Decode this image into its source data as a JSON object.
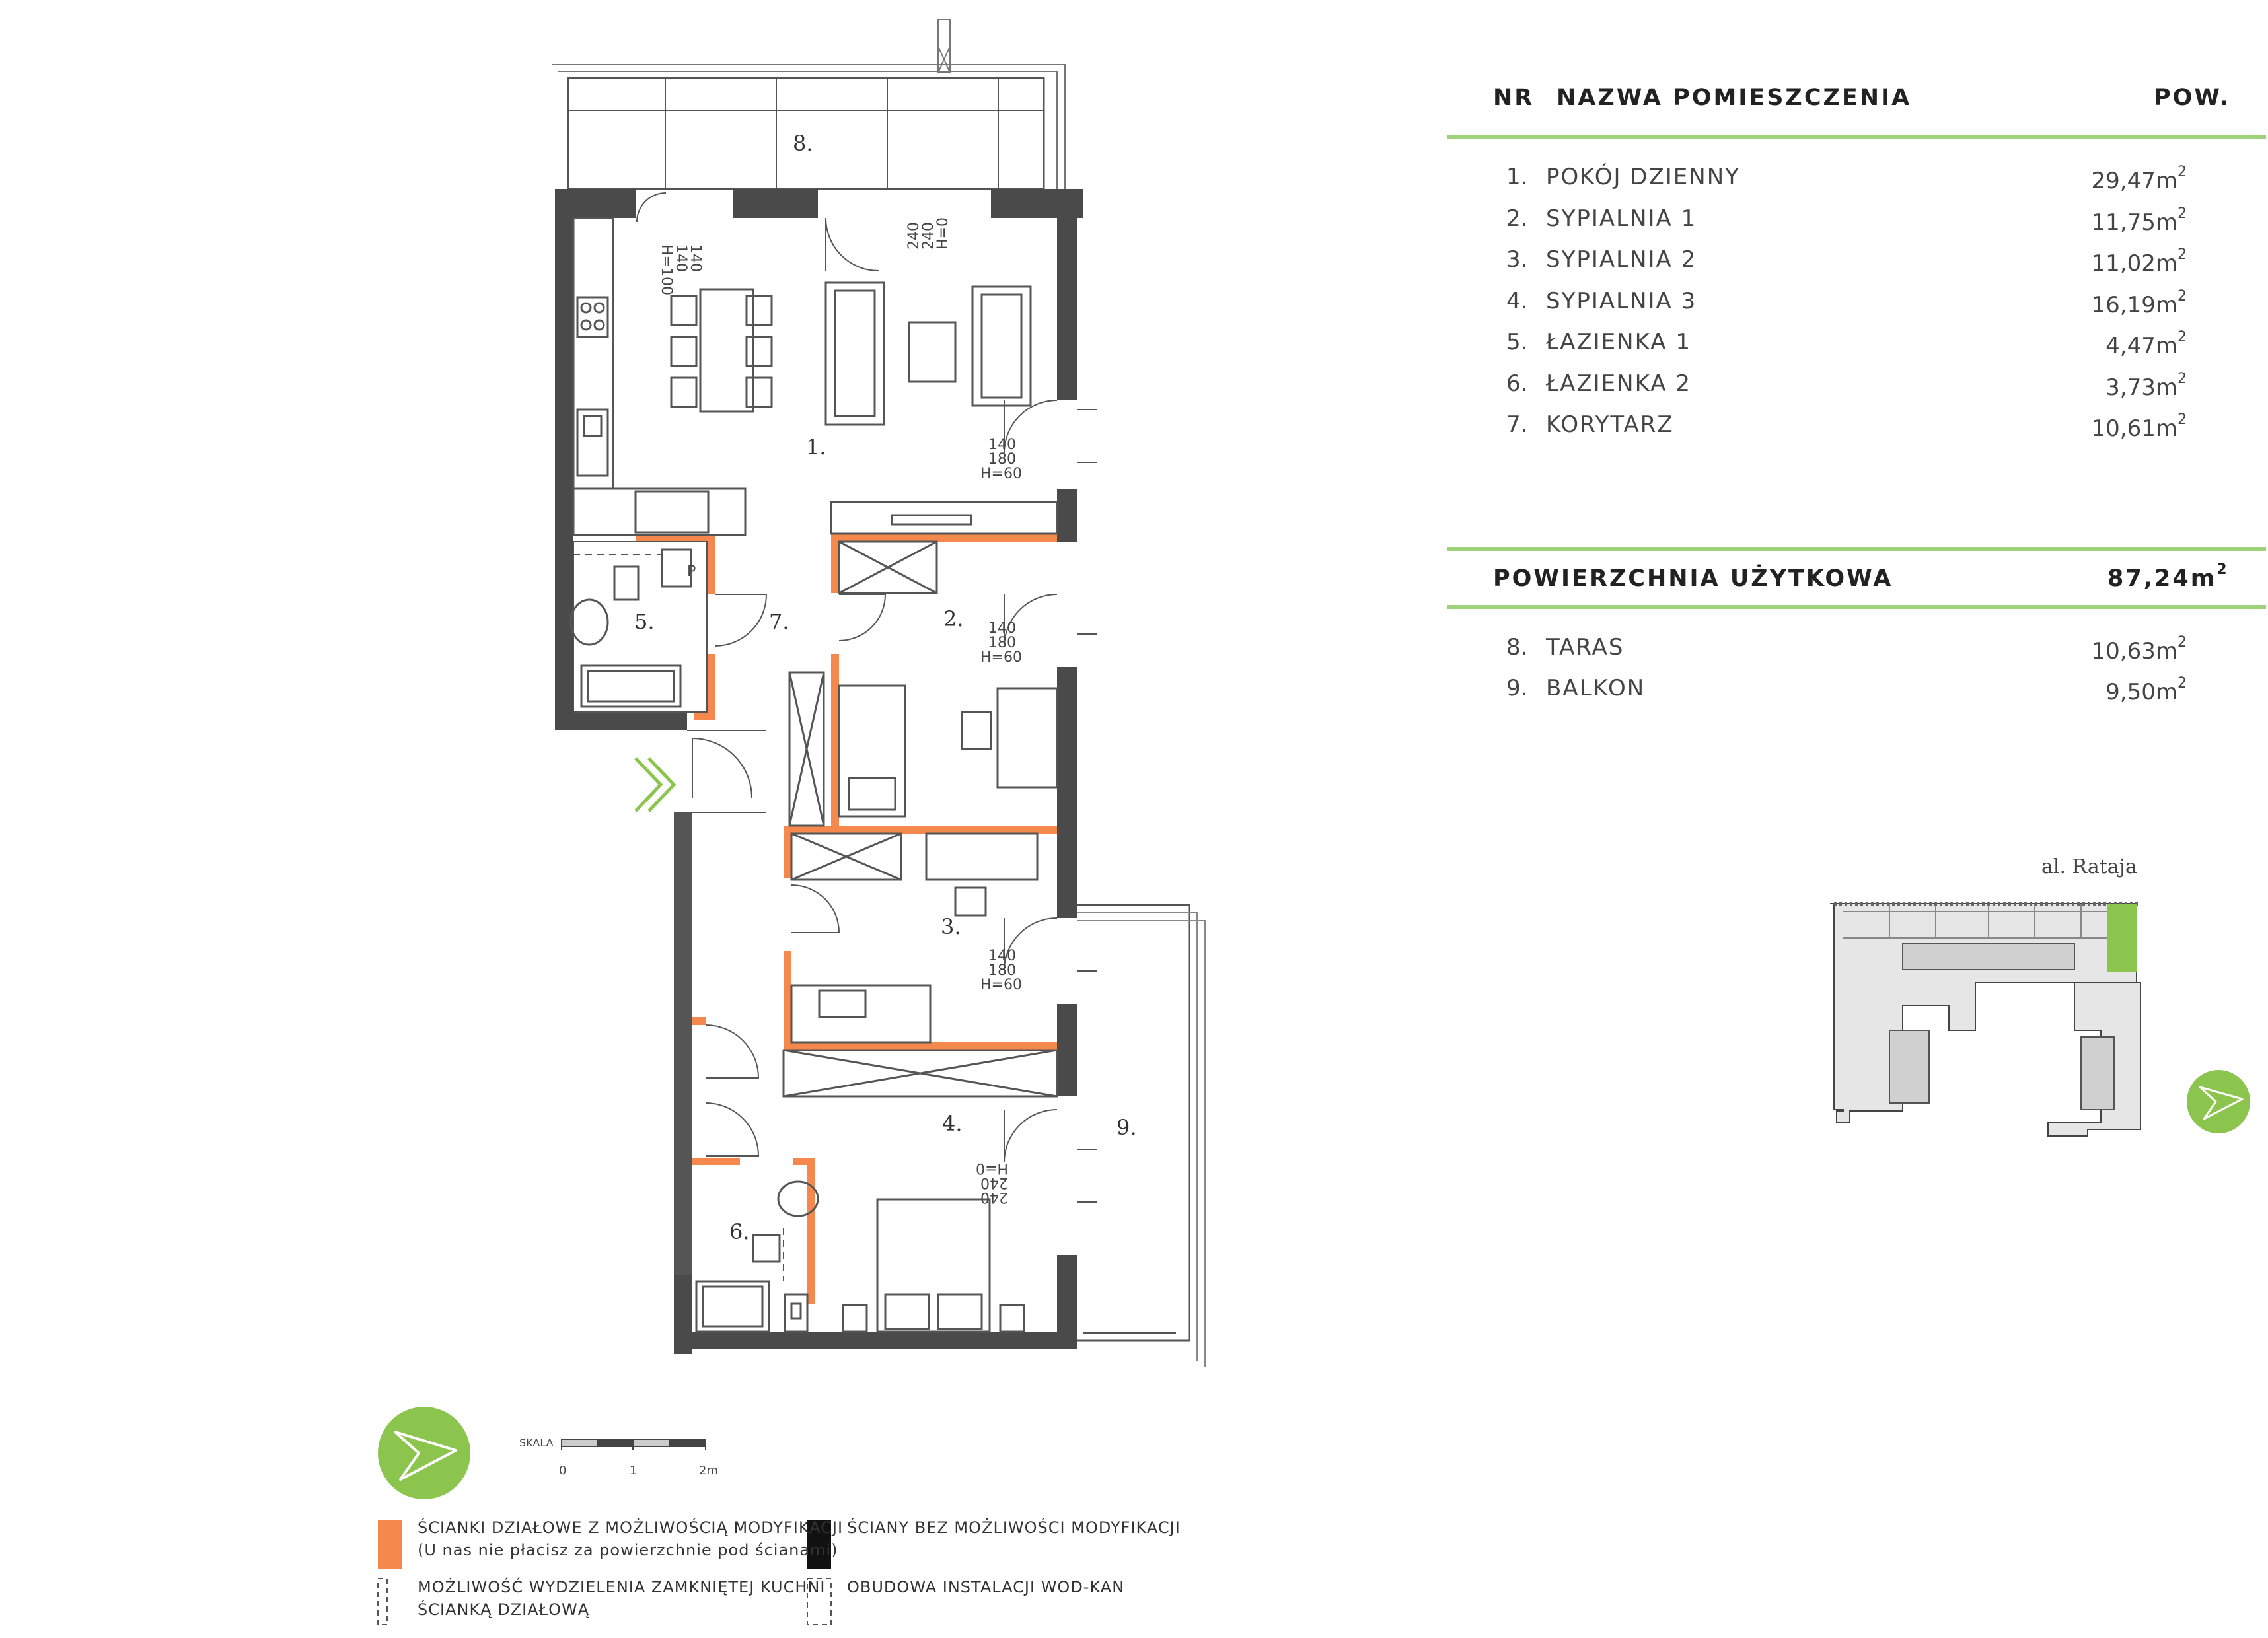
{
  "colors": {
    "accent_green": "#8cc54e",
    "wall_dark": "#4a4a4a",
    "modifiable_wall": "#f5884c",
    "light_fill": "#ececec"
  },
  "table": {
    "headers": {
      "nr": "NR",
      "name": "NAZWA POMIESZCZENIA",
      "area": "POW."
    },
    "rooms": [
      {
        "nr": "1.",
        "name": "POKÓJ DZIENNY",
        "area": "29,47m",
        "unit_sup": "2"
      },
      {
        "nr": "2.",
        "name": "SYPIALNIA 1",
        "area": "11,75m",
        "unit_sup": "2"
      },
      {
        "nr": "3.",
        "name": "SYPIALNIA 2",
        "area": "11,02m",
        "unit_sup": "2"
      },
      {
        "nr": "4.",
        "name": "SYPIALNIA 3",
        "area": "16,19m",
        "unit_sup": "2"
      },
      {
        "nr": "5.",
        "name": "ŁAZIENKA 1",
        "area": "4,47m",
        "unit_sup": "2"
      },
      {
        "nr": "6.",
        "name": "ŁAZIENKA 2",
        "area": "3,73m",
        "unit_sup": "2"
      },
      {
        "nr": "7.",
        "name": "KORYTARZ",
        "area": "10,61m",
        "unit_sup": "2"
      }
    ],
    "total": {
      "label": "POWIERZCHNIA UŻYTKOWA",
      "area": "87,24m",
      "unit_sup": "2"
    },
    "outdoor": [
      {
        "nr": "8.",
        "name": "TARAS",
        "area": "10,63m",
        "unit_sup": "2"
      },
      {
        "nr": "9.",
        "name": "BALKON",
        "area": "9,50m",
        "unit_sup": "2"
      }
    ]
  },
  "plan": {
    "room_labels": [
      "1.",
      "2.",
      "3.",
      "4.",
      "5.",
      "6.",
      "7.",
      "8.",
      "9."
    ],
    "window_notes": {
      "w1": [
        "140",
        "140",
        "H=100"
      ],
      "w2": [
        "240",
        "240",
        "H=0"
      ],
      "w3": [
        "140",
        "180",
        "H=60"
      ],
      "w4": [
        "140",
        "180",
        "H=60"
      ],
      "w5": [
        "140",
        "180",
        "H=60"
      ],
      "w6": [
        "240",
        "240",
        "H=0"
      ]
    },
    "appliance_label": "P"
  },
  "key_plan": {
    "street": "al. Rataja"
  },
  "scale": {
    "label": "SKALA",
    "ticks": [
      "0",
      "1",
      "2m"
    ]
  },
  "legend": {
    "modifiable": [
      "ŚCIANKI DZIAŁOWE Z MOŻLIWOŚCIĄ MODYFIKACJI",
      "(U nas nie płacisz za powierzchnie pod ścianami)"
    ],
    "fixed": "ŚCIANY BEZ MOŻLIWOŚCI MODYFIKACJI",
    "kitchen": [
      "MOŻLIWOŚĆ WYDZIELENIA ZAMKNIĘTEJ KUCHNI",
      "ŚCIANKĄ DZIAŁOWĄ"
    ],
    "plumbing": "OBUDOWA INSTALACJI WOD-KAN"
  },
  "icons": [
    "compass-arrow-icon",
    "entrance-chevron-icon"
  ]
}
